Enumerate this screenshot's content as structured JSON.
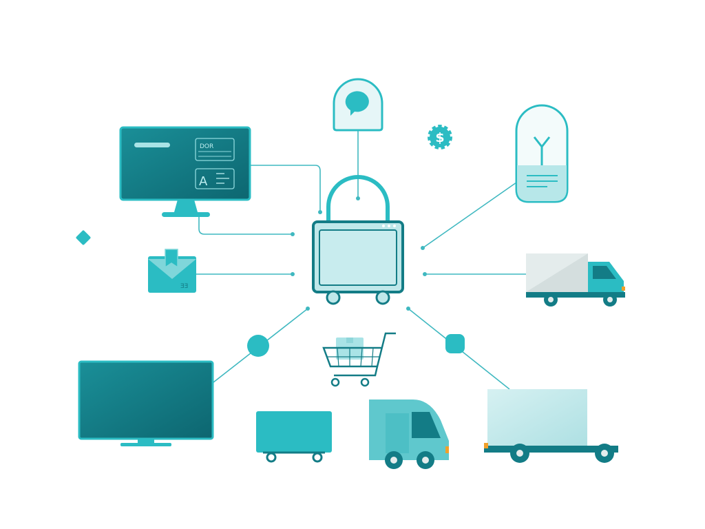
{
  "illustration": {
    "monitor_card_text": "DOR",
    "monitor_glyph": "A",
    "envelope_text": "ƎƎ",
    "dollar_symbol": "$"
  },
  "colors": {
    "dark_teal": "#137c86",
    "teal": "#2bbcc3",
    "pale_teal": "#bfe8ea",
    "line": "#3fb8c0",
    "truck_grey": "#e4ecec"
  },
  "icons": [
    "monitor-icon",
    "chat-bubble-icon",
    "dollar-gear-icon",
    "lightbulb-icon",
    "shopping-bag-icon",
    "envelope-icon",
    "truck-icon",
    "shopping-cart-icon",
    "television-icon",
    "trolley-icon",
    "delivery-van-icon",
    "box-truck-icon",
    "diamond-icon"
  ]
}
